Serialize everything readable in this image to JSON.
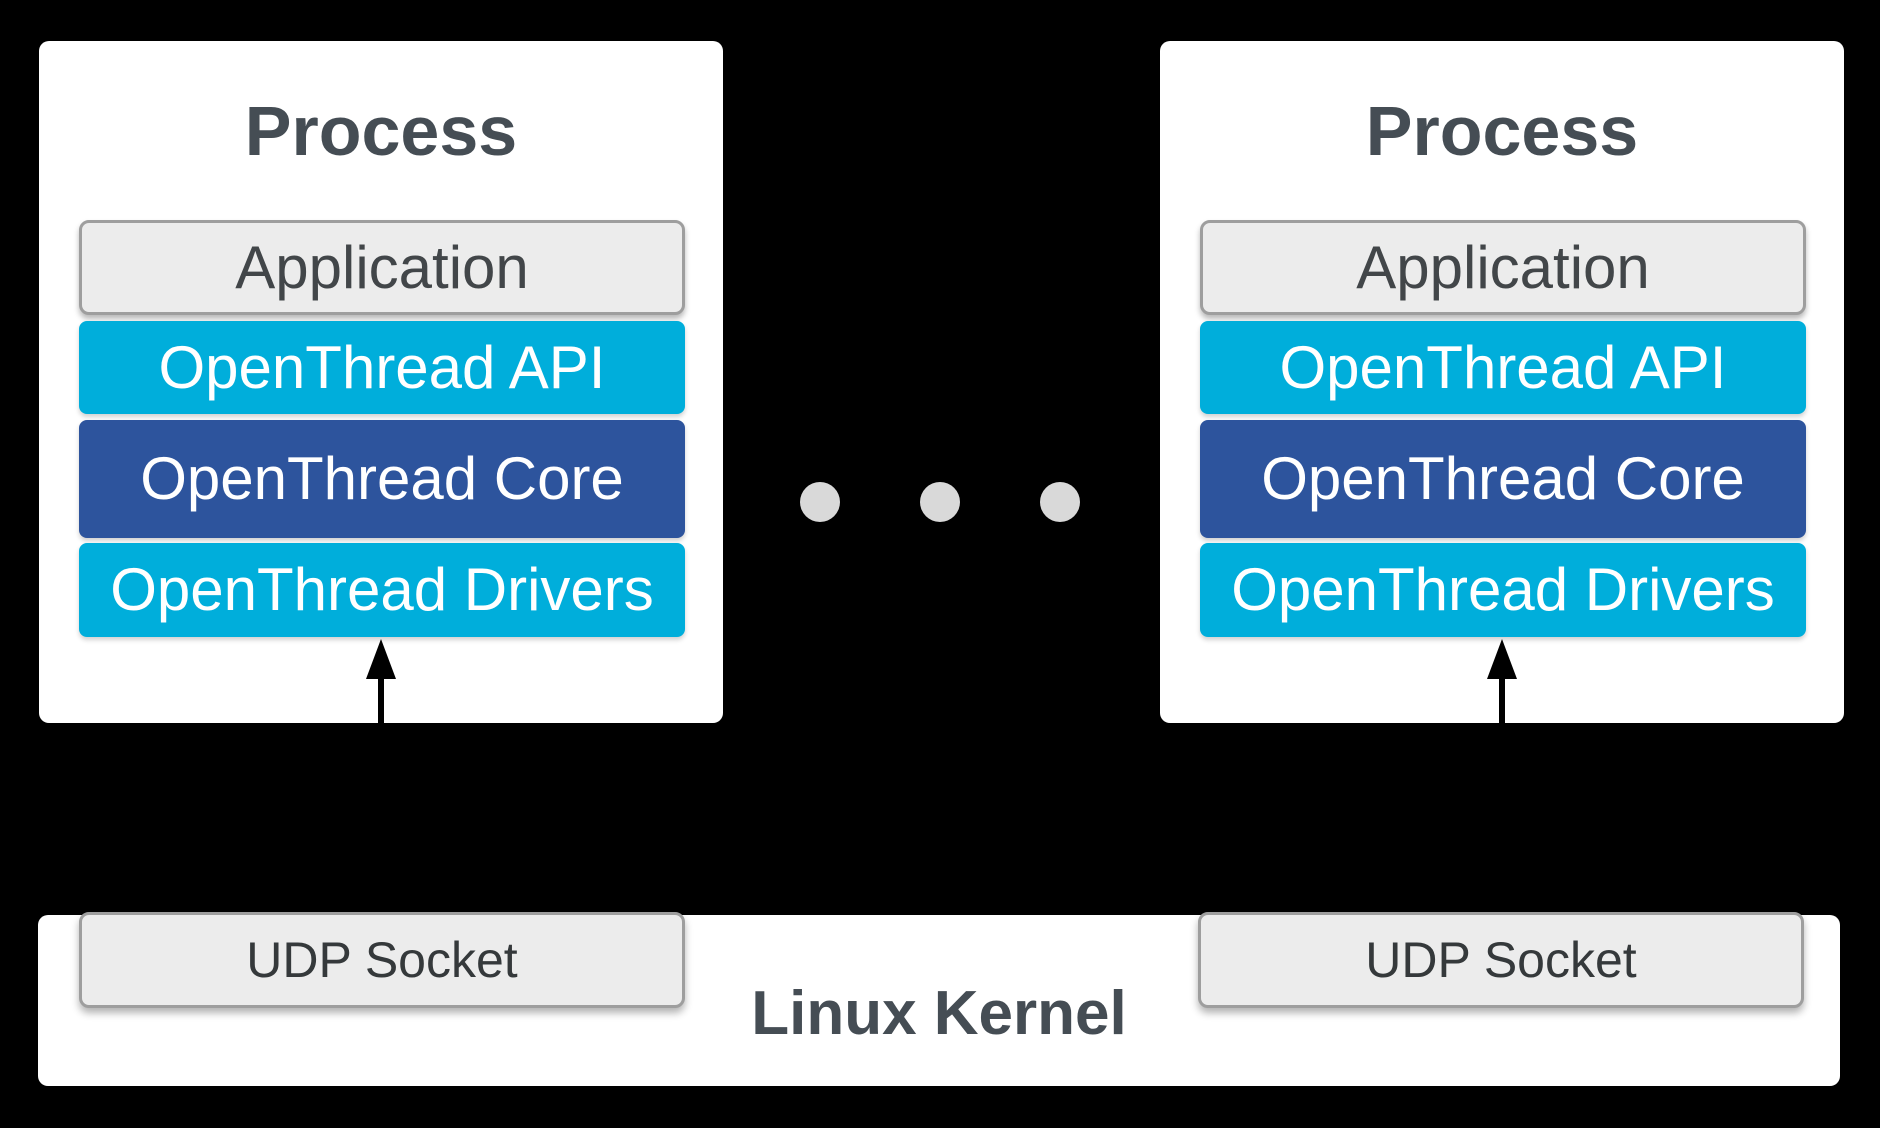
{
  "background_color": "#000000",
  "processes": [
    {
      "title": "Process",
      "layers": [
        {
          "name": "application",
          "label": "Application",
          "color": "#ececec",
          "text_color": "#424649"
        },
        {
          "name": "openthread-api",
          "label": "OpenThread API",
          "color": "#00aedb",
          "text_color": "#ffffff"
        },
        {
          "name": "openthread-core",
          "label": "OpenThread Core",
          "color": "#2d549d",
          "text_color": "#ffffff"
        },
        {
          "name": "openthread-drivers",
          "label": "OpenThread Drivers",
          "color": "#00aedb",
          "text_color": "#ffffff"
        }
      ]
    },
    {
      "title": "Process",
      "layers": [
        {
          "name": "application",
          "label": "Application",
          "color": "#ececec",
          "text_color": "#424649"
        },
        {
          "name": "openthread-api",
          "label": "OpenThread API",
          "color": "#00aedb",
          "text_color": "#ffffff"
        },
        {
          "name": "openthread-core",
          "label": "OpenThread Core",
          "color": "#2d549d",
          "text_color": "#ffffff"
        },
        {
          "name": "openthread-drivers",
          "label": "OpenThread Drivers",
          "color": "#00aedb",
          "text_color": "#ffffff"
        }
      ]
    }
  ],
  "ellipsis": {
    "dot_count": 3,
    "dot_color": "#d9d9d9"
  },
  "kernel": {
    "label": "Linux Kernel",
    "bar_color": "#ffffff",
    "sockets": [
      {
        "label": "UDP Socket"
      },
      {
        "label": "UDP Socket"
      }
    ]
  },
  "arrow_color": "#000000",
  "title_text_color": "#454d54",
  "border_gray": "#9e9e9e"
}
